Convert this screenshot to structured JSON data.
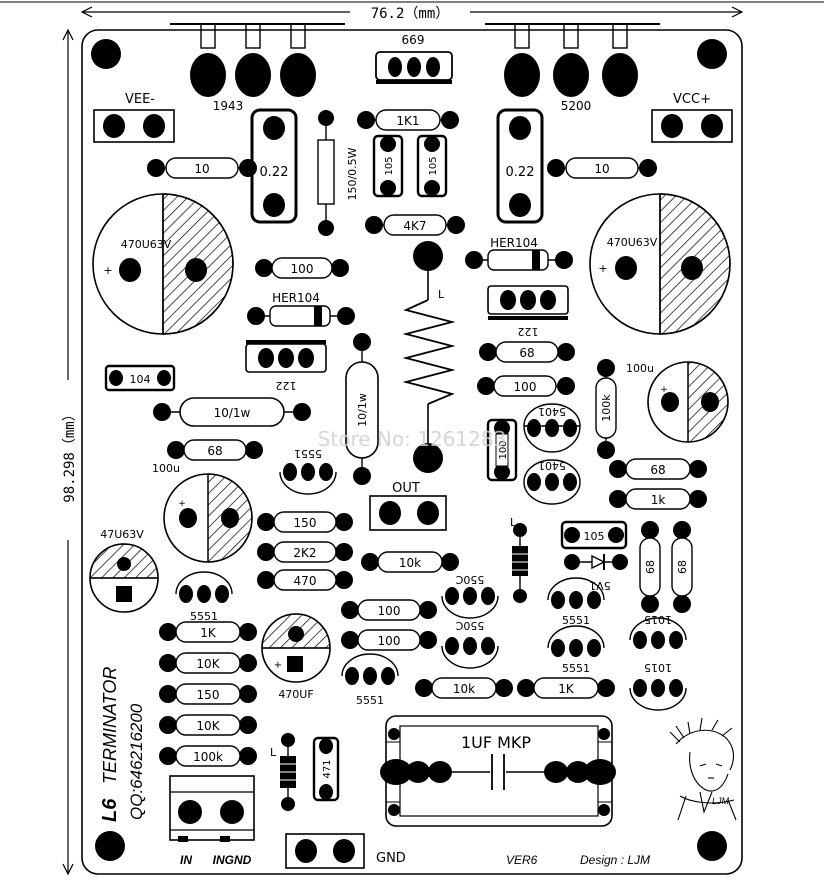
{
  "dimensions": {
    "width": "76.2（mm）",
    "height": "98.298（mm）"
  },
  "transistors": {
    "left": "1943",
    "right": "5200",
    "middle": "669"
  },
  "power": {
    "vee": "VEE-",
    "vcc": "VCC+",
    "out": "OUT",
    "gnd": "GND",
    "in": "IN",
    "ingnd": "INGND"
  },
  "parts": {
    "r_10_left": "10",
    "r_10_right": "10",
    "r_022_left": "0.22",
    "r_022_right": "0.22",
    "r_1k1": "1K1",
    "r_150_05w": "150/0.5W",
    "c_105_a": "105",
    "c_105_b": "105",
    "r_4k7": "4K7",
    "cap_470_left": "470U63V",
    "cap_470_right": "470U63V",
    "her104_top": "HER104",
    "her104_left": "HER104",
    "r_100_left": "100",
    "q_122_right": "122",
    "q_122_left": "122",
    "r_68_mid": "68",
    "r_100_mid": "100",
    "c_104": "104",
    "r_10_1w_h": "10/1w",
    "r_10_1w_v": "10/1w",
    "r_100k_v": "100k",
    "cap_100u_right": "100u",
    "q_5401_a": "5401",
    "q_5401_b": "5401",
    "r_68_left": "68",
    "q_5551_a": "5551",
    "r_100_v": "100",
    "r_68_right": "68",
    "r_1k_right": "1k",
    "cap_100u_left": "100u",
    "cap_47u": "47U63V",
    "r_150": "150",
    "r_2k2": "2K2",
    "r_470": "470",
    "r_10k_mid": "10k",
    "c_105_c": "105",
    "q_550c_a": "550C",
    "q_550c_b": "550C",
    "zener_5v1": "5V1",
    "r_68_v1": "68",
    "r_68_v2": "68",
    "q_5551_b": "5551",
    "r_100_a": "100",
    "r_100_b": "100",
    "q_5551_c": "5551",
    "q_5551_d": "5551",
    "q_1015_a": "1015",
    "q_1015_b": "1015",
    "r_1k_left": "1K",
    "r_10k_left": "10K",
    "r_150_left": "150",
    "r_10k_b": "10K",
    "r_100k": "100k",
    "cap_470uf": "470UF",
    "q_5551_e": "5551",
    "r_10k_bottom": "10k",
    "r_1k_bottom": "1K",
    "cap_mkp": "1UF  MKP",
    "c_471": "471",
    "inductor_l_top": "L",
    "inductor_l_mid": "L",
    "inductor_l_bottom": "L"
  },
  "titles": {
    "brand_prefix": "L6",
    "brand_name": "TERMINATOR",
    "qq": "QQ:646216200",
    "version": "VER6",
    "design": "Design : LJM",
    "signature": "LJM"
  },
  "watermark": "Store No: 1261283"
}
